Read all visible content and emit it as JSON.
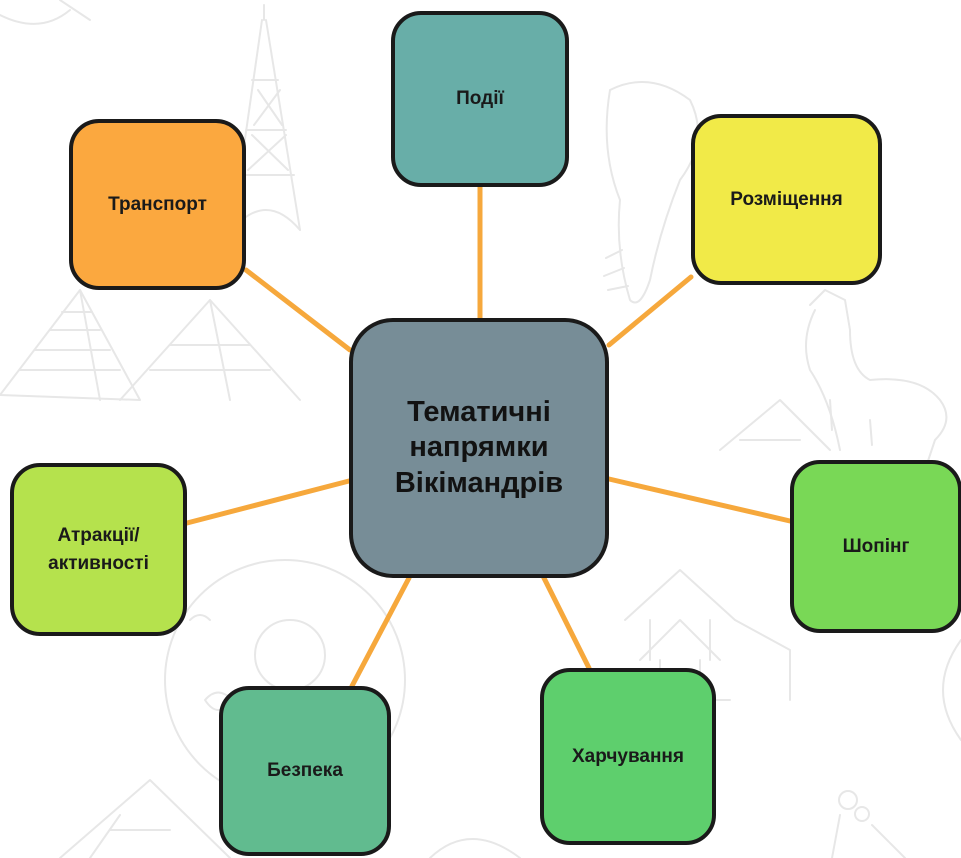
{
  "diagram": {
    "center": {
      "lines": [
        "Тематичні",
        "напрямки",
        "Вікімандрів"
      ],
      "fill": "#778d97"
    },
    "nodes": {
      "events": {
        "label": "Події",
        "fill": "#68aea8"
      },
      "accommodation": {
        "label": "Розміщення",
        "fill": "#f1ea48"
      },
      "transport": {
        "label": "Транспорт",
        "fill": "#fba83f"
      },
      "attractions": {
        "lines": [
          "Атракції/",
          "активності"
        ],
        "fill": "#b5e24d"
      },
      "shopping": {
        "label": "Шопінг",
        "fill": "#79d856"
      },
      "safety": {
        "label": "Безпека",
        "fill": "#61bb8f"
      },
      "food": {
        "label": "Харчування",
        "fill": "#5ecf6d"
      }
    },
    "connector_color": "#f6a83c",
    "outline_color": "#1a1a1a",
    "doodle_color": "#e7e7e7"
  }
}
